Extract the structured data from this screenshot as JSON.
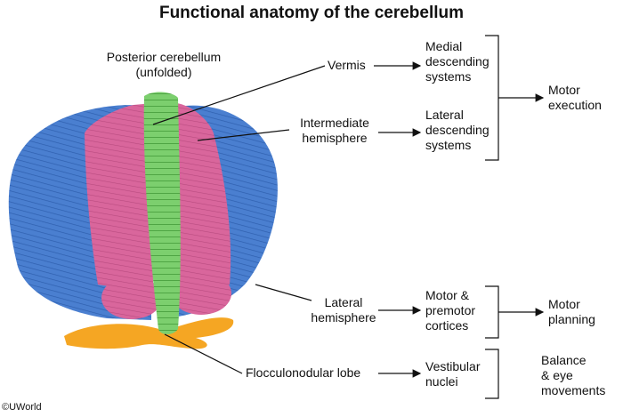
{
  "title": "Functional anatomy of the cerebellum",
  "caption": {
    "line1": "Posterior cerebellum",
    "line2": "(unfolded)"
  },
  "labels": {
    "vermis": "Vermis",
    "intermediate_l1": "Intermediate",
    "intermediate_l2": "hemisphere",
    "lateral_l1": "Lateral",
    "lateral_l2": "hemisphere",
    "flocculo": "Flocculonodular lobe"
  },
  "targets": {
    "medial": [
      "Medial",
      "descending",
      "systems"
    ],
    "lateral_desc": [
      "Lateral",
      "descending",
      "systems"
    ],
    "motor_premotor": [
      "Motor &",
      "premotor",
      "cortices"
    ],
    "vestibular": [
      "Vestibular",
      "nuclei"
    ]
  },
  "functions": {
    "motor_execution": [
      "Motor",
      "execution"
    ],
    "motor_planning": [
      "Motor",
      "planning"
    ],
    "balance": [
      "Balance",
      "& eye",
      "movements"
    ]
  },
  "copyright": "©UWorld",
  "colors": {
    "lateral": "#4a7fd0",
    "intermediate": "#d9669c",
    "vermis": "#7ccf6e",
    "flocculonodular": "#f5a623"
  }
}
